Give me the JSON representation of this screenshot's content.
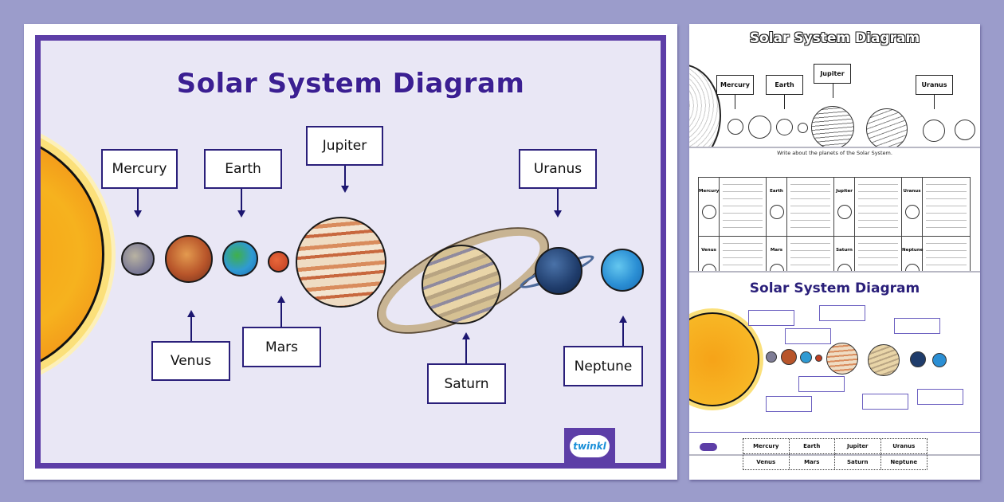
{
  "poster": {
    "title": "Solar System Diagram",
    "labels": {
      "mercury": "Mercury",
      "venus": "Venus",
      "earth": "Earth",
      "mars": "Mars",
      "jupiter": "Jupiter",
      "saturn": "Saturn",
      "uranus": "Uranus",
      "neptune": "Neptune"
    },
    "brand": "twinkl",
    "colors": {
      "frame": "#5d3ea7",
      "background": "#e9e7f5",
      "title": "#3b1f92",
      "arrow": "#1c1670"
    }
  },
  "preview": {
    "coloring_sheet": {
      "title": "Solar System Diagram",
      "labels": [
        "Mercury",
        "Earth",
        "Jupiter",
        "Uranus"
      ]
    },
    "worksheet": {
      "instruction": "Write about the planets of the Solar System.",
      "planets": [
        "Mercury",
        "Earth",
        "Jupiter",
        "Uranus",
        "Venus",
        "Mars",
        "Saturn",
        "Neptune"
      ]
    },
    "blank_diagram": {
      "title": "Solar System Diagram"
    },
    "word_cards": {
      "rows": [
        [
          "Mercury",
          "Earth",
          "Jupiter",
          "Uranus"
        ],
        [
          "Venus",
          "Mars",
          "Saturn",
          "Neptune"
        ]
      ]
    }
  }
}
